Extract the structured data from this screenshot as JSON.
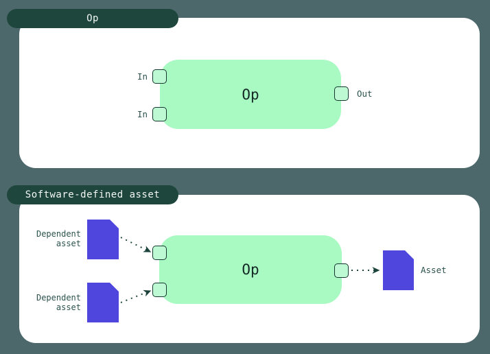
{
  "colors": {
    "background": "#4c686b",
    "panel": "#ffffff",
    "tab": "#1f463d",
    "tab_text": "#f2f7f4",
    "op_box": "#a9f9c3",
    "port_fill": "#bdf9d2",
    "port_border": "#14362e",
    "asset_doc": "#4f46dd",
    "label_text": "#2b524c",
    "op_text": "#142825",
    "arrow": "#1d443c"
  },
  "op_panel": {
    "tab_label": "Op",
    "node_label": "Op",
    "input_ports": [
      {
        "label": "In"
      },
      {
        "label": "In"
      }
    ],
    "output_ports": [
      {
        "label": "Out"
      }
    ]
  },
  "sda_panel": {
    "tab_label": "Software-defined asset",
    "node_label": "Op",
    "dependent_assets": [
      {
        "label_line1": "Dependent",
        "label_line2": "asset"
      },
      {
        "label_line1": "Dependent",
        "label_line2": "asset"
      }
    ],
    "output_asset": {
      "label": "Asset"
    }
  }
}
